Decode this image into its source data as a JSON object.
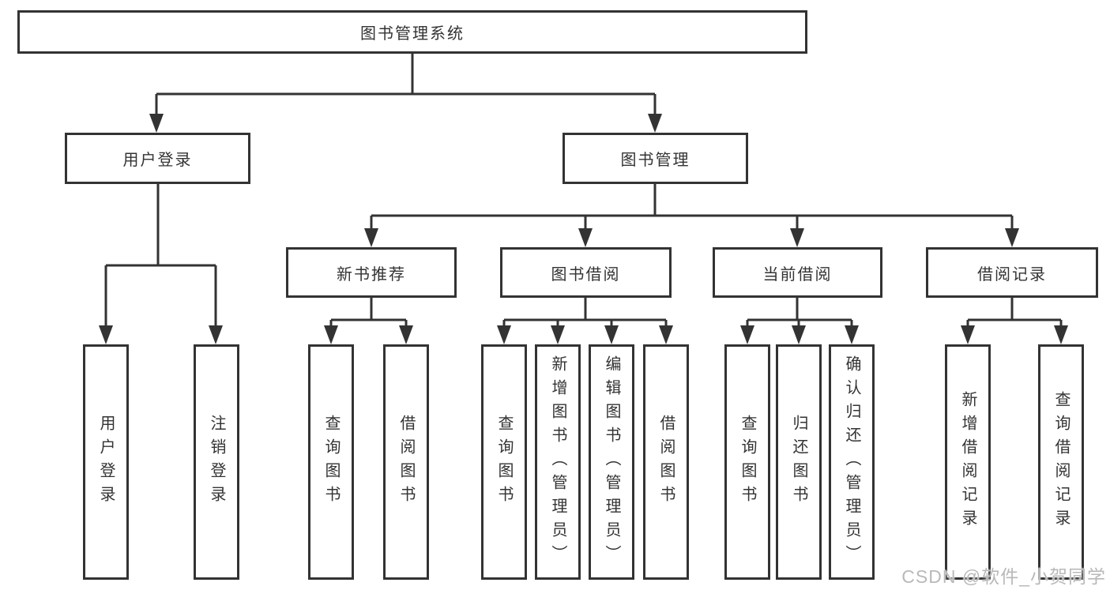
{
  "diagram_title": "图书管理系统",
  "tree": {
    "label": "图书管理系统",
    "children": [
      {
        "label": "用户登录",
        "children": [
          {
            "label": "用户登录"
          },
          {
            "label": "注销登录"
          }
        ]
      },
      {
        "label": "图书管理",
        "children": [
          {
            "label": "新书推荐",
            "children": [
              {
                "label": "查询图书"
              },
              {
                "label": "借阅图书"
              }
            ]
          },
          {
            "label": "图书借阅",
            "children": [
              {
                "label": "查询图书"
              },
              {
                "label": "新增图书（管理员）"
              },
              {
                "label": "编辑图书（管理员）"
              },
              {
                "label": "借阅图书"
              }
            ]
          },
          {
            "label": "当前借阅",
            "children": [
              {
                "label": "查询图书"
              },
              {
                "label": "归还图书"
              },
              {
                "label": "确认归还（管理员）"
              }
            ]
          },
          {
            "label": "借阅记录",
            "children": [
              {
                "label": "新增借阅记录"
              },
              {
                "label": "查询借阅记录"
              }
            ]
          }
        ]
      }
    ]
  },
  "watermark": {
    "text": "CSDN @软件_小贺同学"
  },
  "colors": {
    "line": "#333333",
    "box_border": "#333333",
    "text": "#333333",
    "background": "#ffffff",
    "watermark": "#b9b9b9"
  }
}
